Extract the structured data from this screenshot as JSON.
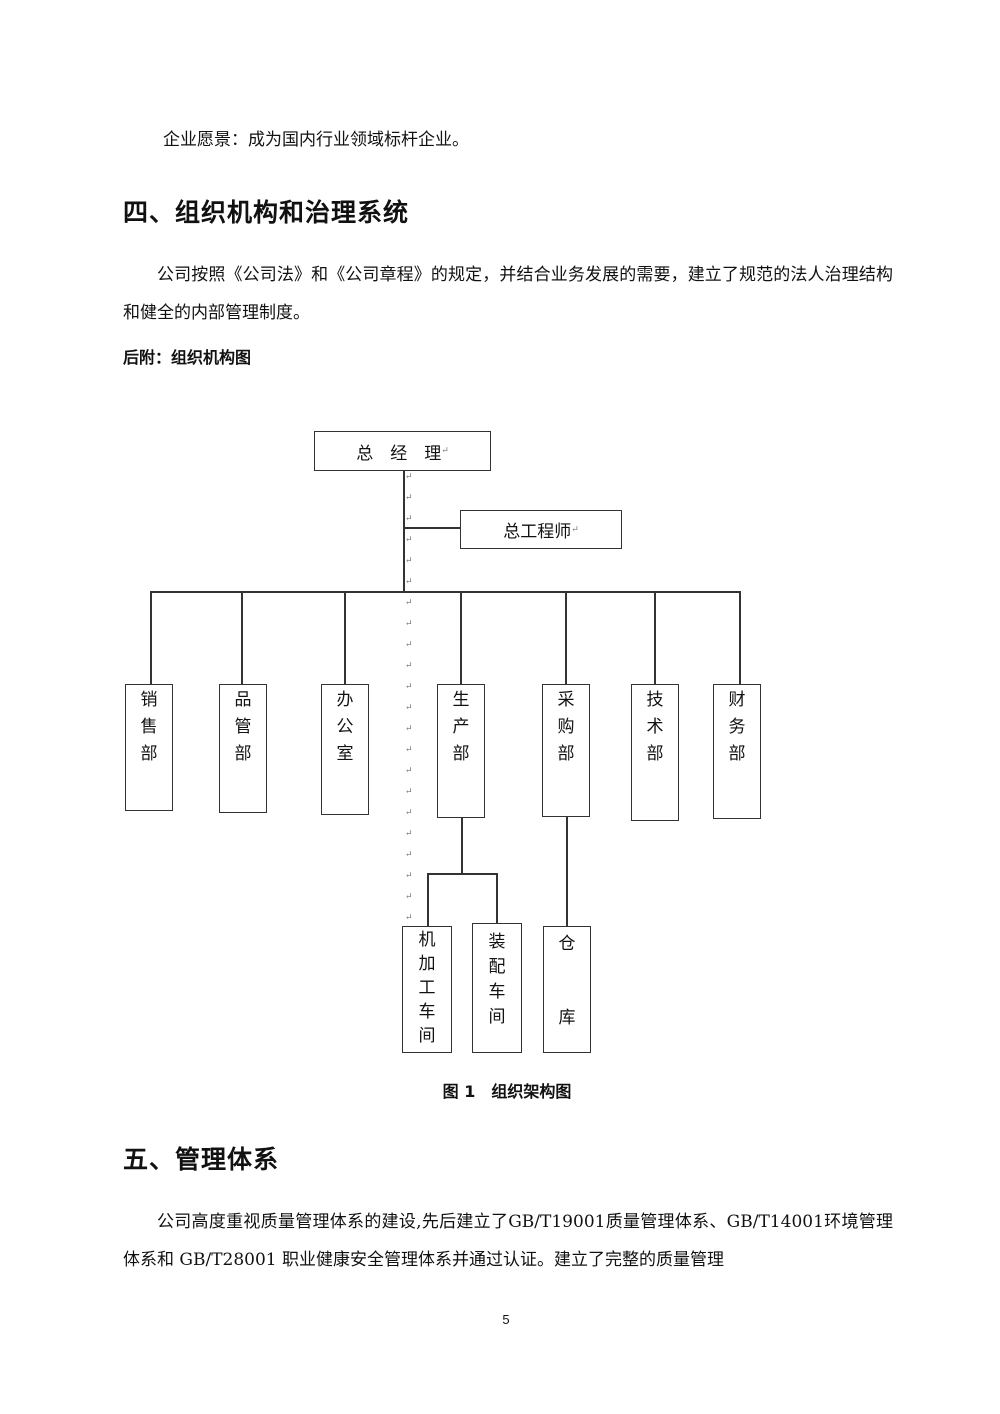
{
  "vision": "企业愿景：成为国内行业领域标杆企业。",
  "section4": {
    "heading": "四、组织机构和治理系统",
    "para": "公司按照《公司法》和《公司章程》的规定，并结合业务发展的需要，建立了规范的法人治理结构和健全的内部管理制度。",
    "appendix_label": "后附：组织机构图"
  },
  "org_chart": {
    "top": "总　经　理",
    "chief_engineer": "总工程师",
    "departments": [
      {
        "chars": [
          "销",
          "售",
          "部"
        ]
      },
      {
        "chars": [
          "品",
          "管",
          "部"
        ]
      },
      {
        "chars": [
          "办",
          "公",
          "室"
        ]
      },
      {
        "chars": [
          "生",
          "产",
          "部"
        ]
      },
      {
        "chars": [
          "采",
          "购",
          "部"
        ]
      },
      {
        "chars": [
          "技",
          "术",
          "部"
        ]
      },
      {
        "chars": [
          "财",
          "务",
          "部"
        ]
      }
    ],
    "sub_units": [
      {
        "chars": [
          "机",
          "加",
          "工",
          "车",
          "间"
        ]
      },
      {
        "chars": [
          "装",
          "配",
          "车",
          "间"
        ]
      },
      {
        "chars": [
          "仓",
          "库"
        ]
      }
    ],
    "return_mark": "↵"
  },
  "caption": "图 1　组织架构图",
  "section5": {
    "heading": "五、管理体系",
    "para": "公司高度重视质量管理体系的建设,先后建立了GB/T19001质量管理体系、GB/T14001环境管理体系和 GB/T28001 职业健康安全管理体系并通过认证。建立了完整的质量管理"
  },
  "page_number": "5"
}
